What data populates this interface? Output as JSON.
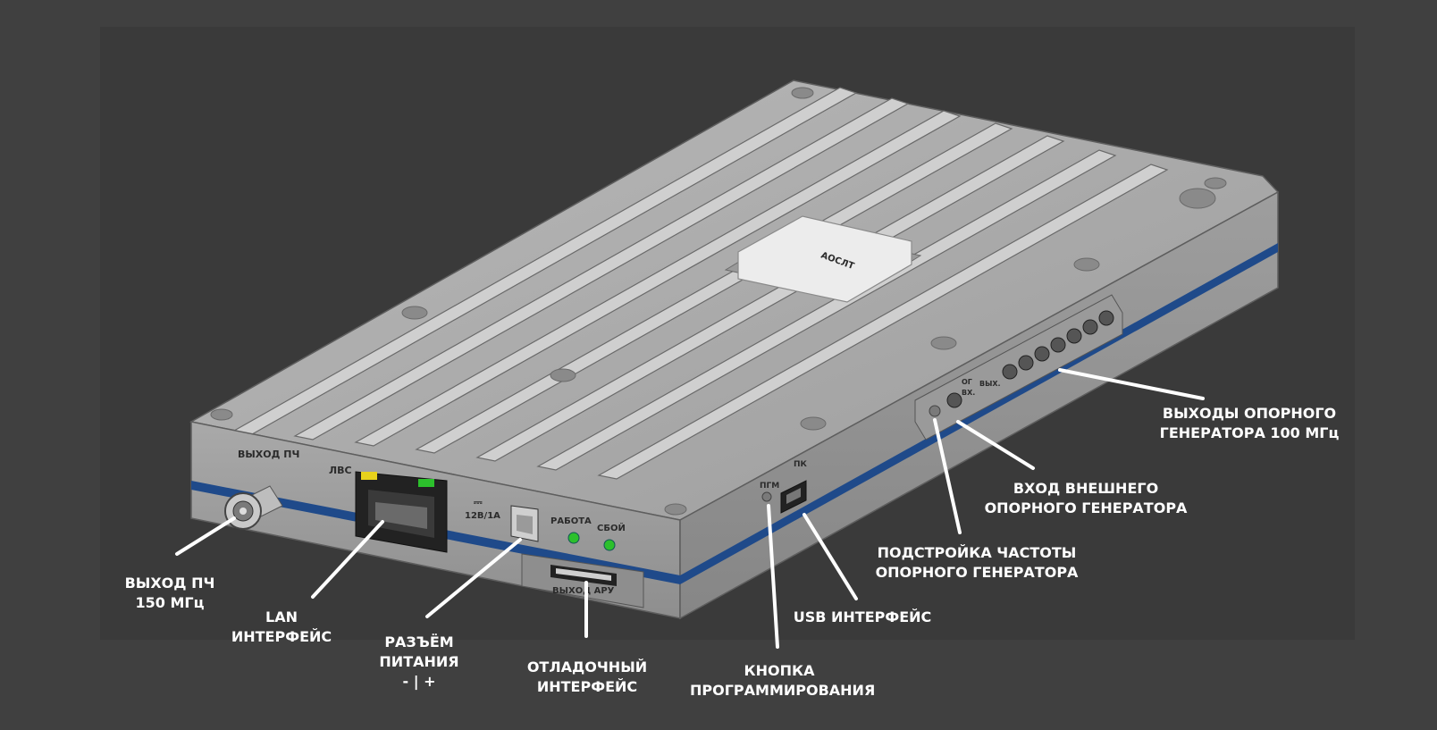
{
  "device": {
    "top_label": "АОСЛТ",
    "panel_labels": {
      "if_out": "ВЫХОД ПЧ",
      "lan": "ЛВС",
      "power": "12В/1А",
      "work": "РАБОТА",
      "fault": "СБОЙ",
      "agc_out": "ВЫХОД АРУ",
      "prog": "ПГМ",
      "pc": "ПК",
      "og": "ОГ",
      "in": "ВХ.",
      "out": "ВЫХ."
    },
    "colors": {
      "background": "#404040",
      "render_bg": "#3a3a3a",
      "body": "#a7a7a7",
      "stripe": "#1f4a8a",
      "led_yellow": "#e8d21c",
      "led_green": "#2cc02c"
    }
  },
  "callouts": {
    "if_out": "ВЫХОД ПЧ\n150 МГц",
    "lan": "LAN\nИНТЕРФЕЙС",
    "power": "РАЗЪЁМ\nПИТАНИЯ\n- | +",
    "debug": "ОТЛАДОЧНЫЙ\nИНТЕРФЕЙС",
    "prog_button": "КНОПКА\nПРОГРАММИРОВАНИЯ",
    "usb": "USB ИНТЕРФЕЙС",
    "freq_tune": "ПОДСТРОЙКА ЧАСТОТЫ\nОПОРНОГО ГЕНЕРАТОРА",
    "ext_ref_in": "ВХОД ВНЕШНЕГО\nОПОРНОГО ГЕНЕРАТОРА",
    "ref_outs": "ВЫХОДЫ ОПОРНОГО\nГЕНЕРАТОРА 100 МГц"
  }
}
